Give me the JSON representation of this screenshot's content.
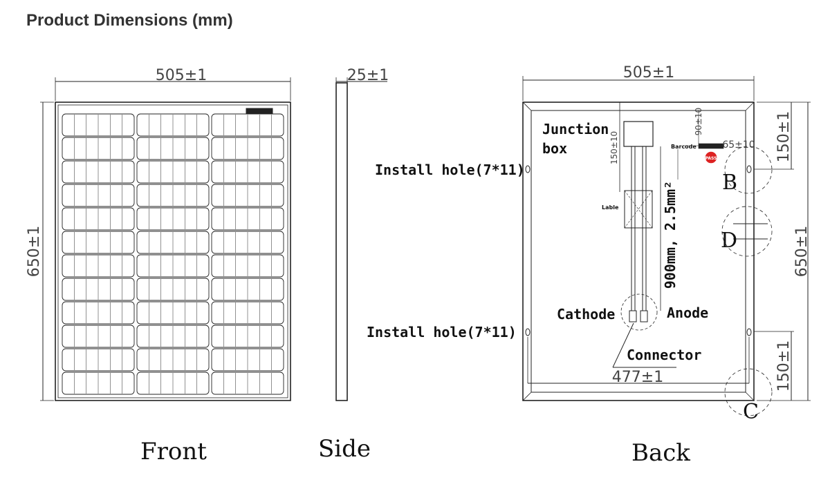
{
  "title": "Product Dimensions (mm)",
  "views": {
    "front": "Front",
    "side": "Side",
    "back": "Back"
  },
  "dimensions": {
    "front_width": "505±1",
    "front_height": "650±1",
    "side_thickness": "25±1",
    "back_width": "505±1",
    "back_height": "650±1",
    "top_hole_offset": "150±1",
    "bottom_hole_offset": "150±1",
    "hole_spacing": "477±1",
    "junction_box_offset": "150±10",
    "barcode_top_offset": "90±10",
    "barcode_side_offset": "65±10"
  },
  "labels": {
    "junction_box_line1": "Junction",
    "junction_box_line2": "box",
    "install_hole_top": "Install hole(7*11)",
    "install_hole_bottom": "Install hole(7*11)",
    "cable": "900mm, 2.5mm²",
    "cathode": "Cathode",
    "anode": "Anode",
    "connector": "Connector",
    "barcode": "Barcode",
    "lable": "Lable",
    "pass": "PASS"
  },
  "detail_markers": [
    "B",
    "D",
    "C"
  ]
}
